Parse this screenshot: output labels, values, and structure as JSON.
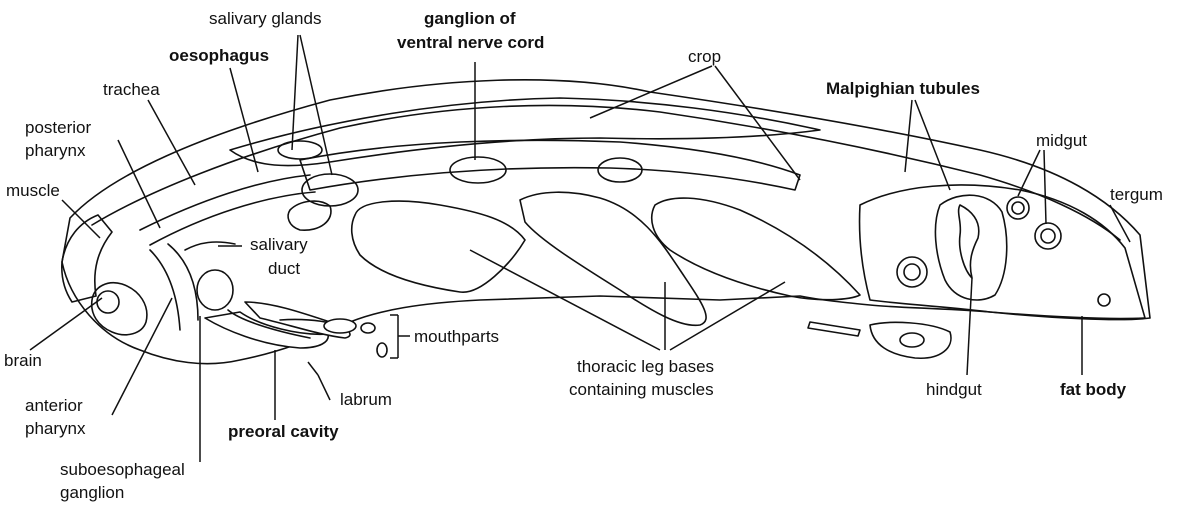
{
  "labels": {
    "salivary_glands": "salivary glands",
    "ganglion_line1": "ganglion of",
    "ganglion_line2": "ventral nerve cord",
    "oesophagus": "oesophagus",
    "crop": "crop",
    "trachea": "trachea",
    "malpighian_tubules": "Malpighian tubules",
    "posterior_pharynx_line1": "posterior",
    "posterior_pharynx_line2": "pharynx",
    "midgut": "midgut",
    "muscle": "muscle",
    "tergum": "tergum",
    "salivary_duct_line1": "salivary",
    "salivary_duct_line2": "duct",
    "mouthparts": "mouthparts",
    "brain": "brain",
    "thoracic_line1": "thoracic leg bases",
    "thoracic_line2": "containing muscles",
    "hindgut": "hindgut",
    "fat_body": "fat body",
    "labrum": "labrum",
    "anterior_pharynx_line1": "anterior",
    "anterior_pharynx_line2": "pharynx",
    "preoral_cavity": "preoral cavity",
    "suboesophageal_line1": "suboesophageal",
    "suboesophageal_line2": "ganglion"
  }
}
